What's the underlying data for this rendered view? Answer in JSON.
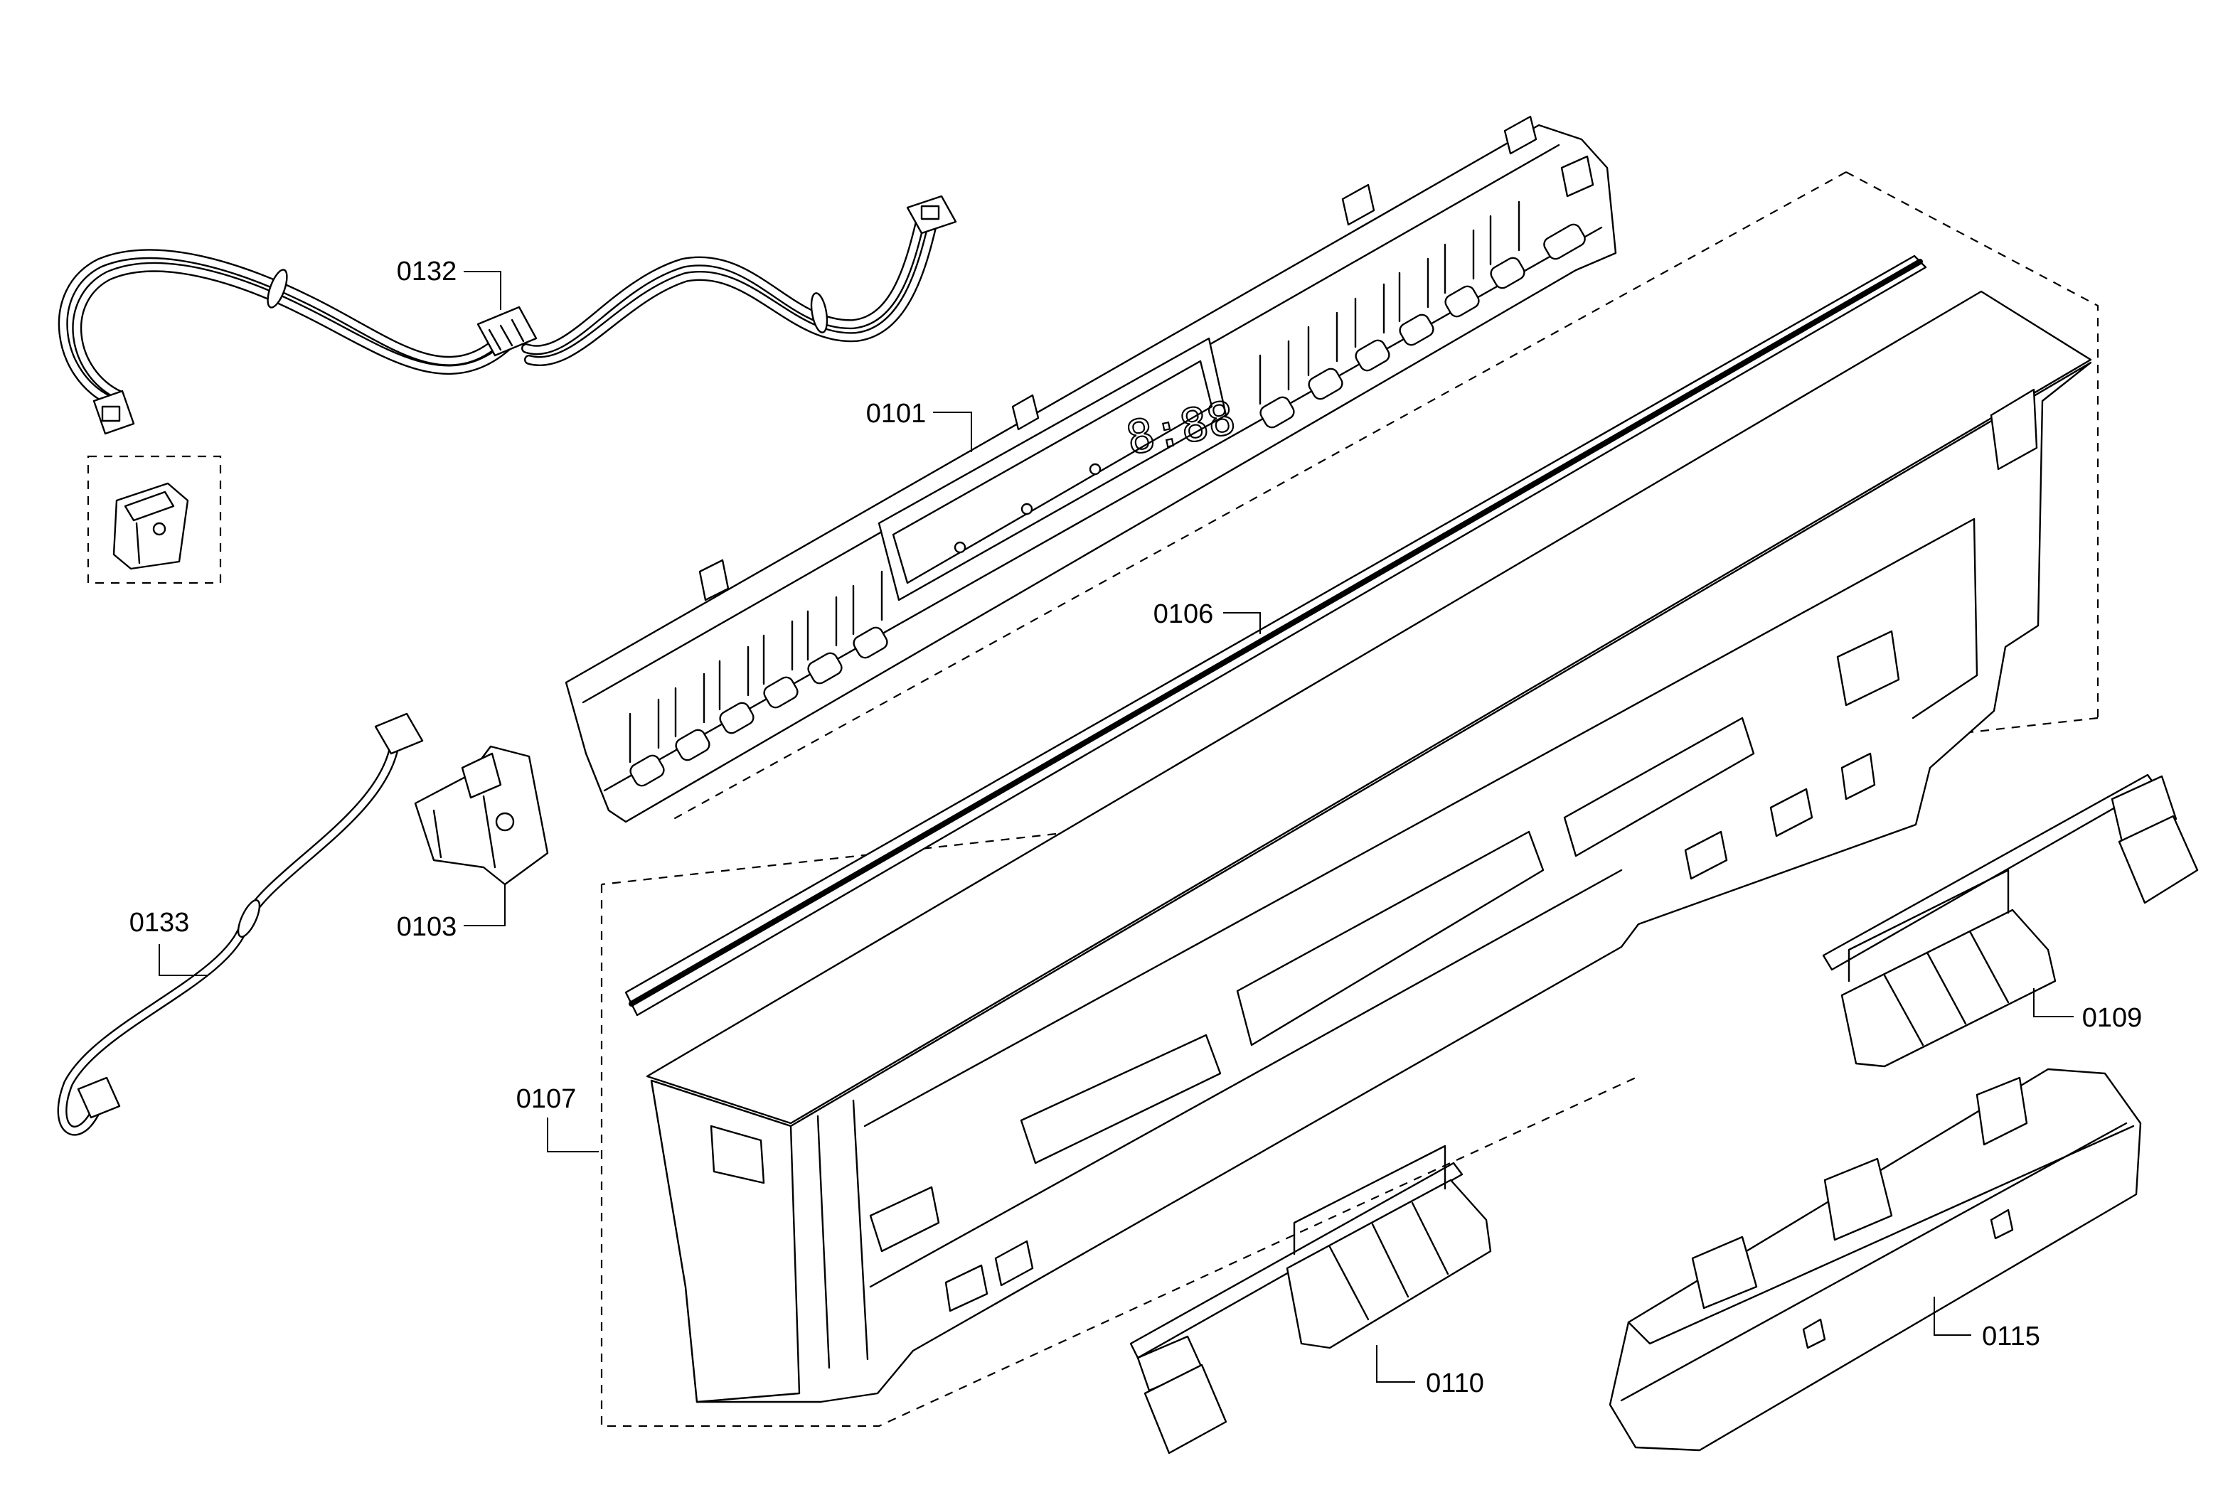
{
  "callouts": {
    "p0132": "0132",
    "p0101": "0101",
    "p0106": "0106",
    "p0103": "0103",
    "p0133": "0133",
    "p0107": "0107",
    "p0109": "0109",
    "p0110": "0110",
    "p0115": "0115"
  },
  "display_digits": "8:88"
}
